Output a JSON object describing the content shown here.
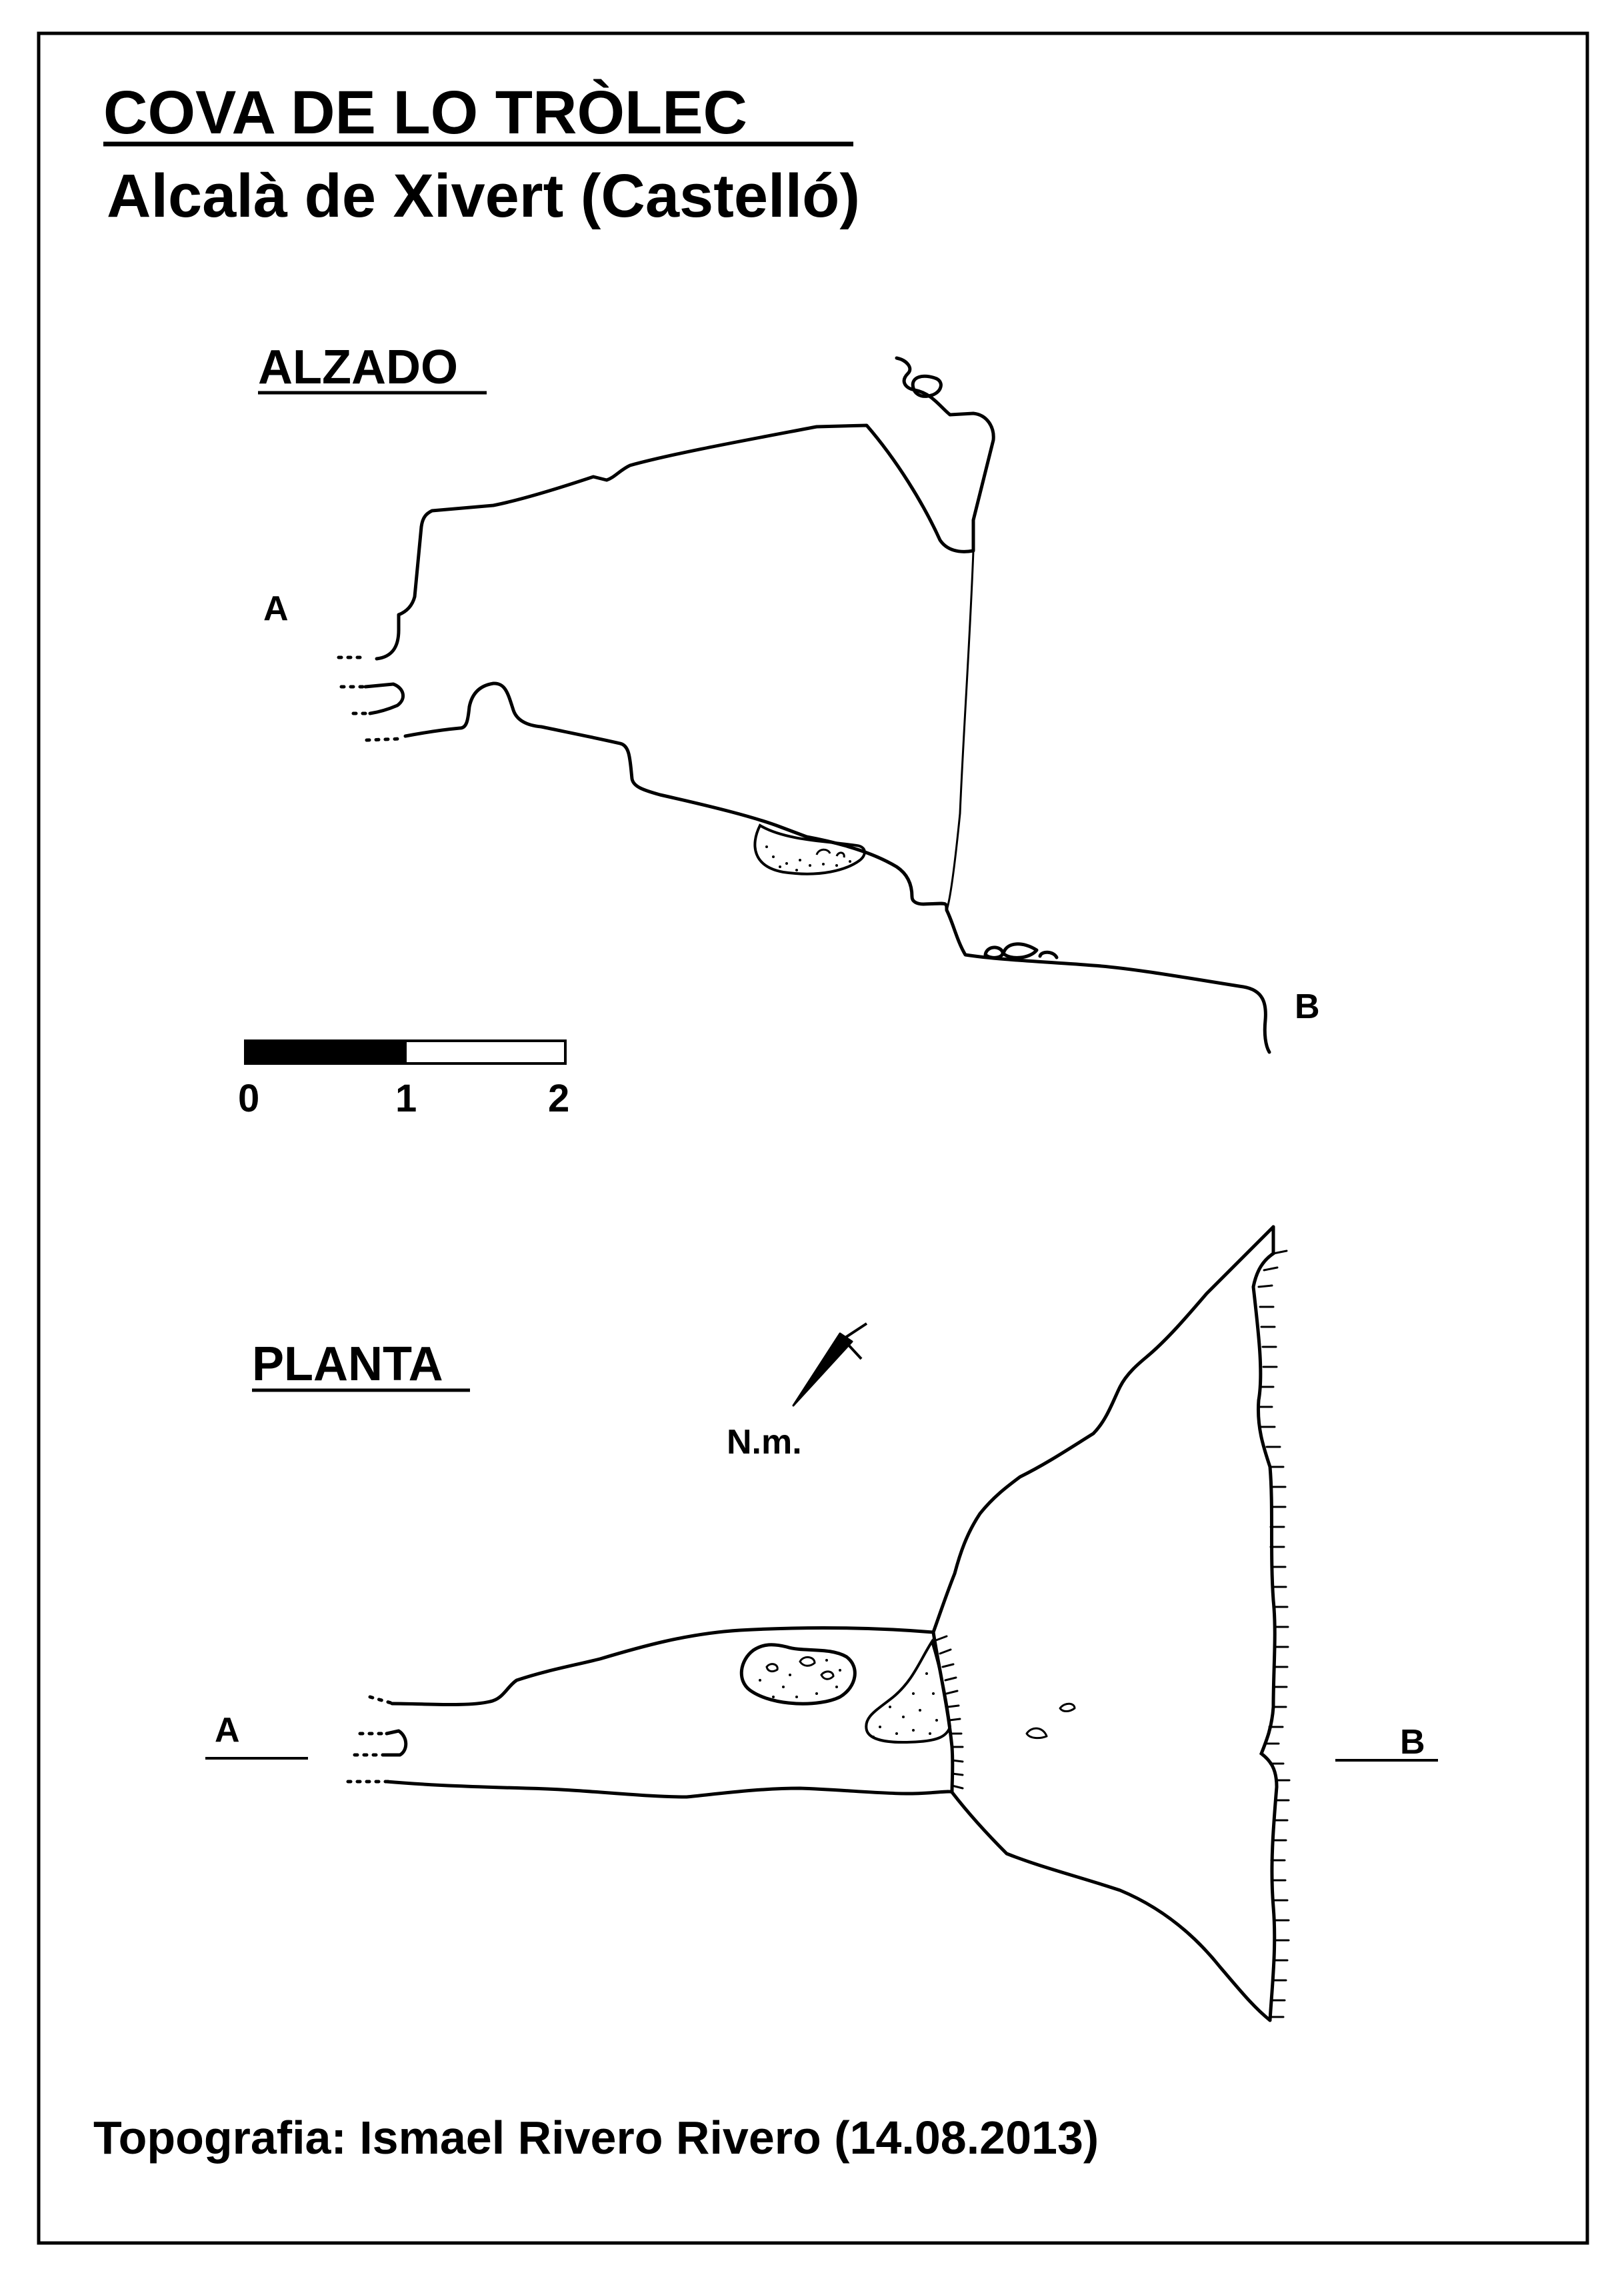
{
  "title": "COVA DE LO TRÒLEC",
  "subtitle": "Alcalà de Xivert (Castelló)",
  "elevation": {
    "heading": "ALZADO",
    "point_a": "A",
    "point_b": "B"
  },
  "scale_bar": {
    "labels": [
      "0",
      "1",
      "2"
    ]
  },
  "plan": {
    "heading": "PLANTA",
    "north_label": "N.m.",
    "section_a": "A",
    "section_b": "B"
  },
  "credit": "Topografia: Ismael Rivero Rivero (14.08.2013)",
  "colors": {
    "ink": "#000000",
    "paper": "#ffffff"
  }
}
